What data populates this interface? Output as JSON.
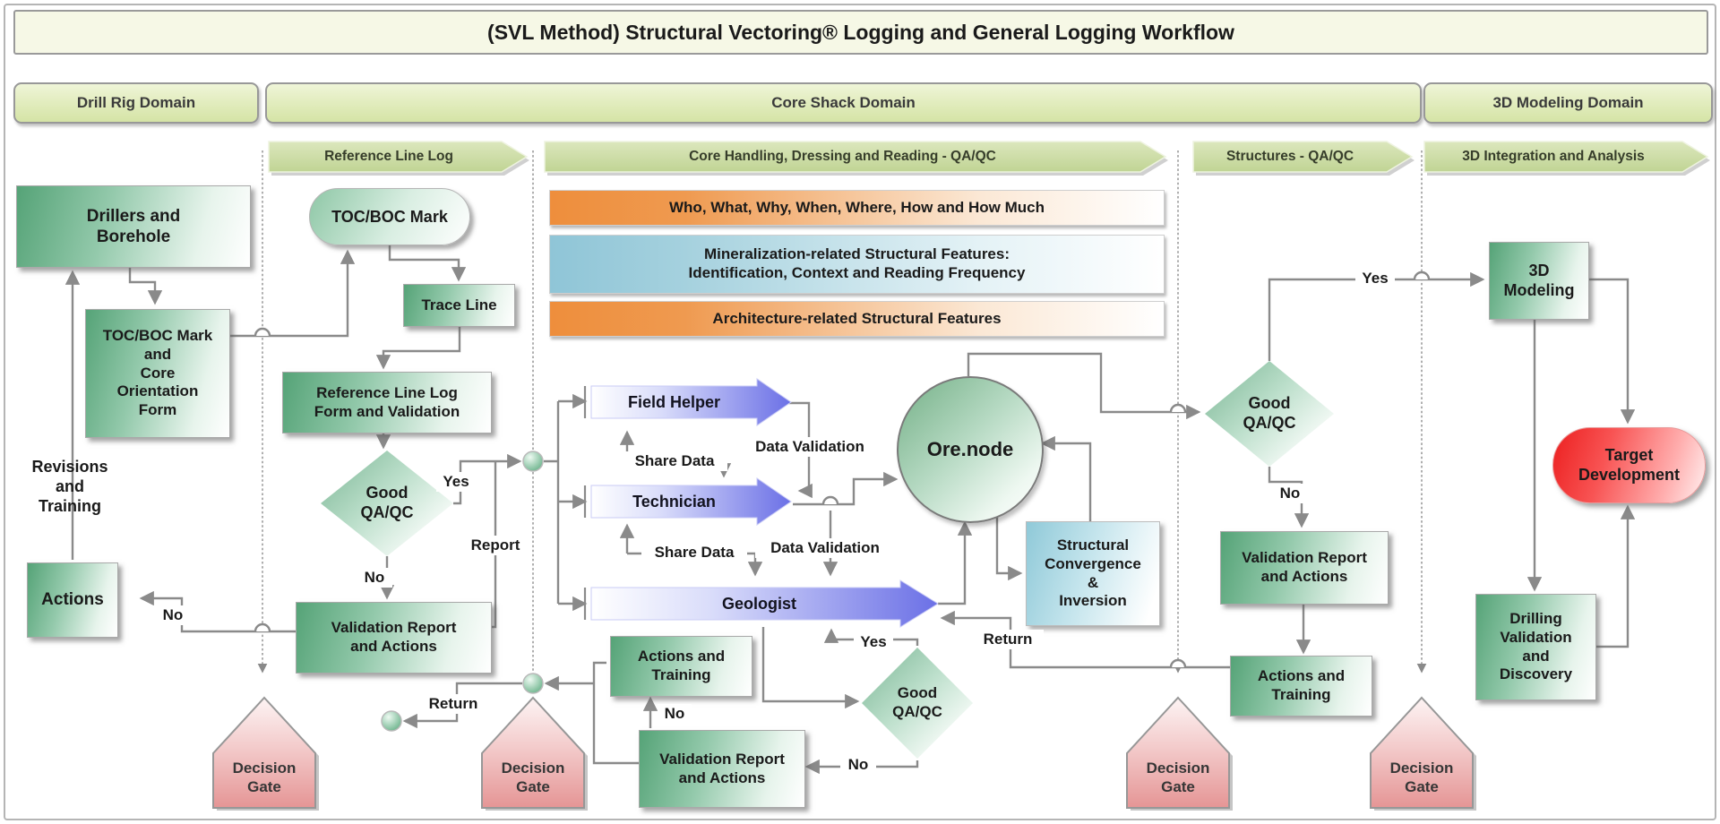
{
  "title": "(SVL Method) Structural Vectoring® Logging and General Logging Workflow",
  "domains": {
    "drill_rig": "Drill Rig Domain",
    "core_shack": "Core Shack Domain",
    "modeling": "3D Modeling Domain"
  },
  "phases": {
    "ref_line": "Reference Line Log",
    "core_handling": "Core Handling, Dressing and Reading - QA/QC",
    "structures": "Structures - QA/QC",
    "integration": "3D Integration and Analysis"
  },
  "banners": {
    "who": "Who, What, Why, When, Where, How and How Much",
    "mineralization": "Mineralization-related Structural Features:\nIdentification, Context and Reading Frequency",
    "architecture": "Architecture-related Structural Features"
  },
  "nodes": {
    "drillers": {
      "label": "Drillers and\nBorehole"
    },
    "toc_form": {
      "label": "TOC/BOC Mark\nand\nCore\nOrientation\nForm"
    },
    "revisions": {
      "label": "Revisions\nand\nTraining"
    },
    "actions": {
      "label": "Actions"
    },
    "toc_mark": {
      "label": "TOC/BOC Mark"
    },
    "trace_line": {
      "label": "Trace Line"
    },
    "ref_form": {
      "label": "Reference Line Log\nForm and Validation"
    },
    "good_qaqc_ref": {
      "label": "Good\nQA/QC"
    },
    "val_ref": {
      "label": "Validation Report\nand Actions"
    },
    "field_helper": {
      "label": "Field Helper"
    },
    "technician": {
      "label": "Technician"
    },
    "geologist": {
      "label": "Geologist"
    },
    "ore_node": {
      "label": "Ore.node"
    },
    "struct_conv": {
      "label": "Structural\nConvergence\n&\nInversion"
    },
    "actions_training_core": {
      "label": "Actions and\nTraining"
    },
    "val_core": {
      "label": "Validation Report\nand Actions"
    },
    "good_qaqc_core": {
      "label": "Good\nQA/QC"
    },
    "good_qaqc_structures": {
      "label": "Good\nQA/QC"
    },
    "val_structures": {
      "label": "Validation Report\nand Actions"
    },
    "actions_training_structures": {
      "label": "Actions and\nTraining"
    },
    "modeling_3d": {
      "label": "3D\nModeling"
    },
    "target_dev": {
      "label": "Target\nDevelopment"
    },
    "drilling": {
      "label": "Drilling\nValidation\nand\nDiscovery"
    },
    "decision_gate": {
      "label": "Decision\nGate"
    }
  },
  "edge_labels": {
    "yes_ref": "Yes",
    "report": "Report",
    "no_ref": "No",
    "no_actions": "No",
    "return_left": "Return",
    "share_data_1": "Share Data",
    "share_data_2": "Share Data",
    "data_validation_1": "Data Validation",
    "data_validation_2": "Data Validation",
    "yes_core": "Yes",
    "no_core_validation": "No",
    "no_core_training": "No",
    "return_right": "Return",
    "yes_structures": "Yes",
    "no_structures": "No"
  },
  "colors": {
    "accent_green": "#57a478",
    "accent_pink": "#e59a9a",
    "accent_blue": "#7b80ea",
    "accent_orange": "#ef8f3d",
    "accent_teal": "#92c7d8",
    "line_gray": "#8a8a8a"
  }
}
